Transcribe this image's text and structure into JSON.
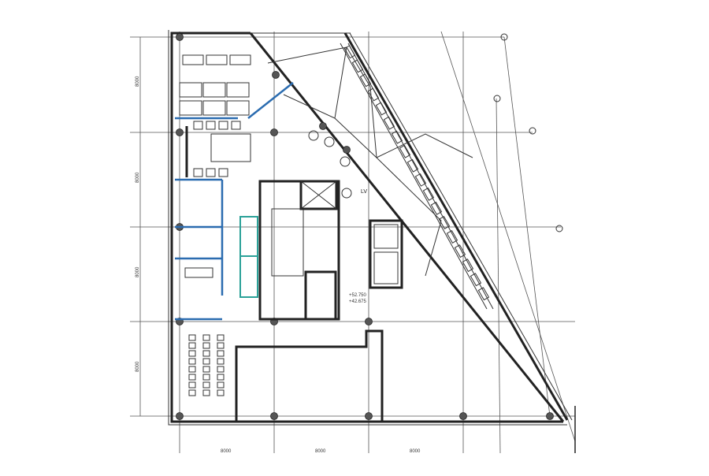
{
  "drawing": {
    "dimensions": {
      "left": [
        "8000",
        "8000",
        "8000",
        "8000"
      ],
      "bottom": [
        "8000",
        "8000",
        "8000"
      ]
    },
    "labels": {
      "lift_void": "LV",
      "level_top": "+52.750",
      "level_bottom": "+42.675"
    },
    "colors": {
      "partition": "#2b6cb0",
      "wc": "#2aa198",
      "tag": "#d63384"
    }
  }
}
